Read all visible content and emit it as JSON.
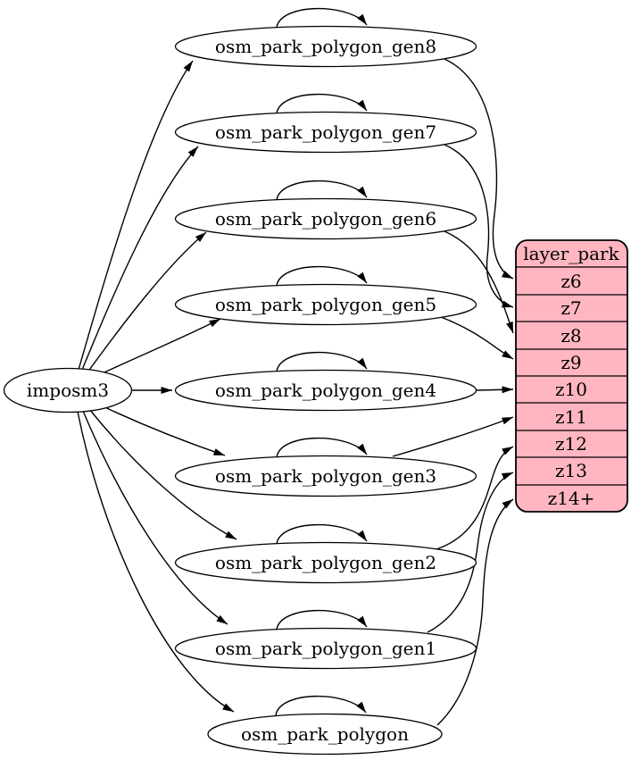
{
  "diagram": {
    "type": "graphviz-dependency-graph",
    "background_color": "#ffffff",
    "colors": {
      "node_fill": "#ffffff",
      "node_stroke": "#000000",
      "edge_color": "#000000",
      "record_fill": "#ffb6c1",
      "record_stroke": "#000000",
      "text_color": "#000000"
    },
    "nodes": {
      "imposm3": {
        "label": "imposm3"
      },
      "gen8": {
        "label": "osm_park_polygon_gen8"
      },
      "gen7": {
        "label": "osm_park_polygon_gen7"
      },
      "gen6": {
        "label": "osm_park_polygon_gen6"
      },
      "gen5": {
        "label": "osm_park_polygon_gen5"
      },
      "gen4": {
        "label": "osm_park_polygon_gen4"
      },
      "gen3": {
        "label": "osm_park_polygon_gen3"
      },
      "gen2": {
        "label": "osm_park_polygon_gen2"
      },
      "gen1": {
        "label": "osm_park_polygon_gen1"
      },
      "polygon": {
        "label": "osm_park_polygon"
      }
    },
    "record": {
      "title": "layer_park",
      "rows": [
        "z6",
        "z7",
        "z8",
        "z9",
        "z10",
        "z11",
        "z12",
        "z13",
        "z14+"
      ]
    },
    "edges": {
      "from_imposm3_to": [
        "osm_park_polygon_gen8",
        "osm_park_polygon_gen7",
        "osm_park_polygon_gen6",
        "osm_park_polygon_gen5",
        "osm_park_polygon_gen4",
        "osm_park_polygon_gen3",
        "osm_park_polygon_gen2",
        "osm_park_polygon_gen1",
        "osm_park_polygon"
      ],
      "self_loops": [
        "osm_park_polygon_gen8",
        "osm_park_polygon_gen7",
        "osm_park_polygon_gen6",
        "osm_park_polygon_gen5",
        "osm_park_polygon_gen4",
        "osm_park_polygon_gen3",
        "osm_park_polygon_gen2",
        "osm_park_polygon_gen1",
        "osm_park_polygon"
      ],
      "table_to_zoom_row": {
        "osm_park_polygon_gen8": "z6",
        "osm_park_polygon_gen7": "z7",
        "osm_park_polygon_gen6": "z8",
        "osm_park_polygon_gen5": "z9",
        "osm_park_polygon_gen4": "z10",
        "osm_park_polygon_gen3": "z11",
        "osm_park_polygon_gen2": "z12",
        "osm_park_polygon_gen1": "z13",
        "osm_park_polygon": "z14+"
      }
    }
  }
}
